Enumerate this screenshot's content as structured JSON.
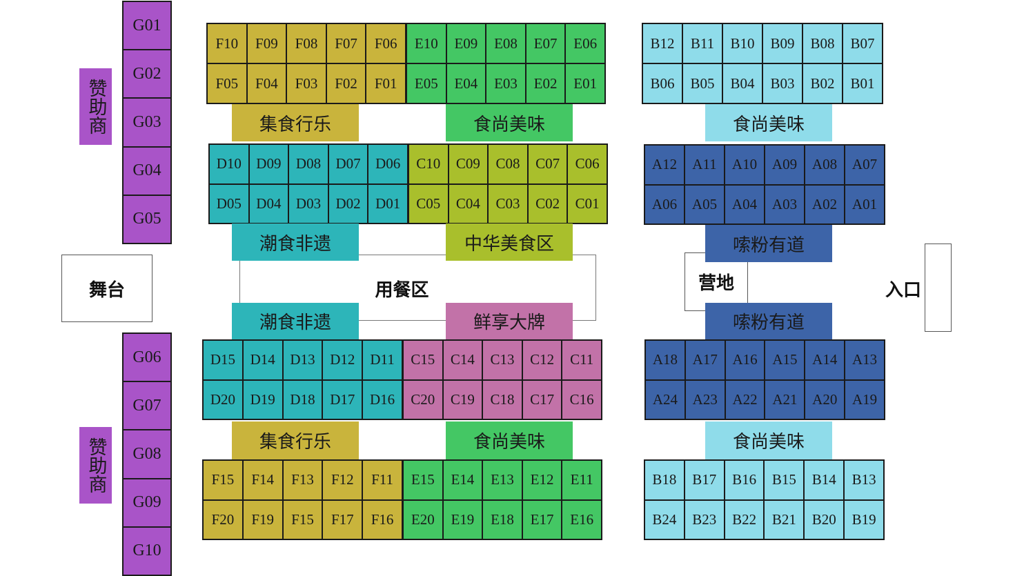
{
  "colors": {
    "f_zone": "#c9b43c",
    "e_zone": "#44c764",
    "b_zone": "#8fdcea",
    "d_zone": "#2db5b9",
    "c_top_zone": "#a9bf2c",
    "a_zone": "#3d64a8",
    "c_bottom_zone": "#c272a8",
    "g_zone": "#a954c8"
  },
  "stage": {
    "label": "舞台"
  },
  "dining": {
    "label": "用餐区"
  },
  "camp": {
    "label": "营地"
  },
  "entrance": {
    "label": "入口"
  },
  "sponsor": {
    "top": "赞助商",
    "bottom": "赞助商"
  },
  "zone_labels": {
    "f_top": "集食行乐",
    "e_top": "食尚美味",
    "b_top": "食尚美味",
    "d_top": "潮食非遗",
    "c_top": "中华美食区",
    "a_top": "嗦粉有道",
    "d_bottom": "潮食非遗",
    "c_bottom": "鲜享大牌",
    "a_bottom": "嗦粉有道",
    "f_bottom": "集食行乐",
    "e_bottom": "食尚美味",
    "b_bottom": "食尚美味"
  },
  "booths": {
    "g_top": [
      "G01",
      "G02",
      "G03",
      "G04",
      "G05"
    ],
    "g_bottom": [
      "G06",
      "G07",
      "G08",
      "G09",
      "G10"
    ],
    "f_top": [
      "F10",
      "F09",
      "F08",
      "F07",
      "F06",
      "F05",
      "F04",
      "F03",
      "F02",
      "F01"
    ],
    "e_top": [
      "E10",
      "E09",
      "E08",
      "E07",
      "E06",
      "E05",
      "E04",
      "E03",
      "E02",
      "E01"
    ],
    "b_top": [
      "B12",
      "B11",
      "B10",
      "B09",
      "B08",
      "B07",
      "B06",
      "B05",
      "B04",
      "B03",
      "B02",
      "B01"
    ],
    "d_top": [
      "D10",
      "D09",
      "D08",
      "D07",
      "D06",
      "D05",
      "D04",
      "D03",
      "D02",
      "D01"
    ],
    "c_top": [
      "C10",
      "C09",
      "C08",
      "C07",
      "C06",
      "C05",
      "C04",
      "C03",
      "C02",
      "C01"
    ],
    "a_top": [
      "A12",
      "A11",
      "A10",
      "A09",
      "A08",
      "A07",
      "A06",
      "A05",
      "A04",
      "A03",
      "A02",
      "A01"
    ],
    "d_bottom": [
      "D15",
      "D14",
      "D13",
      "D12",
      "D11",
      "D20",
      "D19",
      "D18",
      "D17",
      "D16"
    ],
    "c_bottom": [
      "C15",
      "C14",
      "C13",
      "C12",
      "C11",
      "C20",
      "C19",
      "C18",
      "C17",
      "C16"
    ],
    "a_bottom": [
      "A18",
      "A17",
      "A16",
      "A15",
      "A14",
      "A13",
      "A24",
      "A23",
      "A22",
      "A21",
      "A20",
      "A19"
    ],
    "f_bottom": [
      "F15",
      "F14",
      "F13",
      "F12",
      "F11",
      "F20",
      "F19",
      "F15",
      "F17",
      "F16"
    ],
    "e_bottom": [
      "E15",
      "E14",
      "E13",
      "E12",
      "E11",
      "E20",
      "E19",
      "E18",
      "E17",
      "E16"
    ],
    "b_bottom": [
      "B18",
      "B17",
      "B16",
      "B15",
      "B14",
      "B13",
      "B24",
      "B23",
      "B22",
      "B21",
      "B20",
      "B19"
    ]
  }
}
